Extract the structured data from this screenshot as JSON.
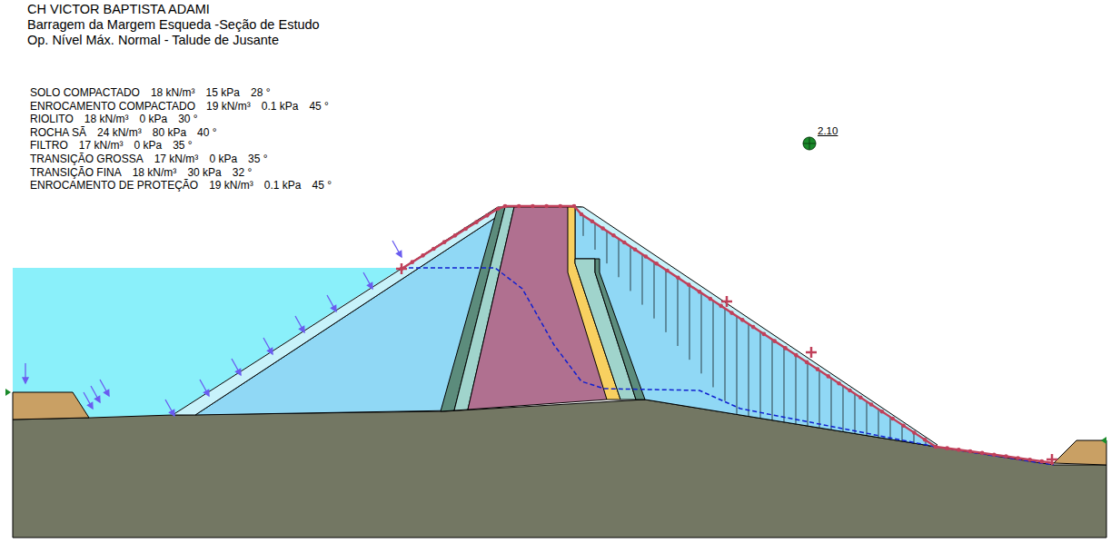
{
  "diagram": {
    "title": "CH VICTOR BAPTISTA ADAMI",
    "labels": [
      "Barragem da Margem Esqueda -Seção de Estudo",
      "Op. Nível Máx. Normal - Talude de Jusante",
      "SOLO COMPACTADO",
      "18 kN/m³",
      "15 kPa",
      "28 °",
      "ENROCAMENTO COMPACTADO",
      "19 kN/m³",
      "0.1 kPa",
      "45 °",
      "RIOLITO",
      "18 kN/m³",
      "0 kPa",
      "30 °",
      "ROCHA SÃ",
      "24 kN/m³",
      "80 kPa",
      "40 °",
      "FILTRO",
      "17 kN/m³",
      "0 kPa",
      "35 °",
      "TRANSIÇÃO GROSSA",
      "17 kN/m³",
      "0 kPa",
      "35 °",
      "TRANSIÇÃO FINA",
      "18 kN/m³",
      "30 kPa",
      "32 °",
      "ENROCAMENTO DE PROTEÇÃO",
      "19 kN/m³",
      "0.1 kPa",
      "45 °",
      "2.10"
    ]
  }
}
